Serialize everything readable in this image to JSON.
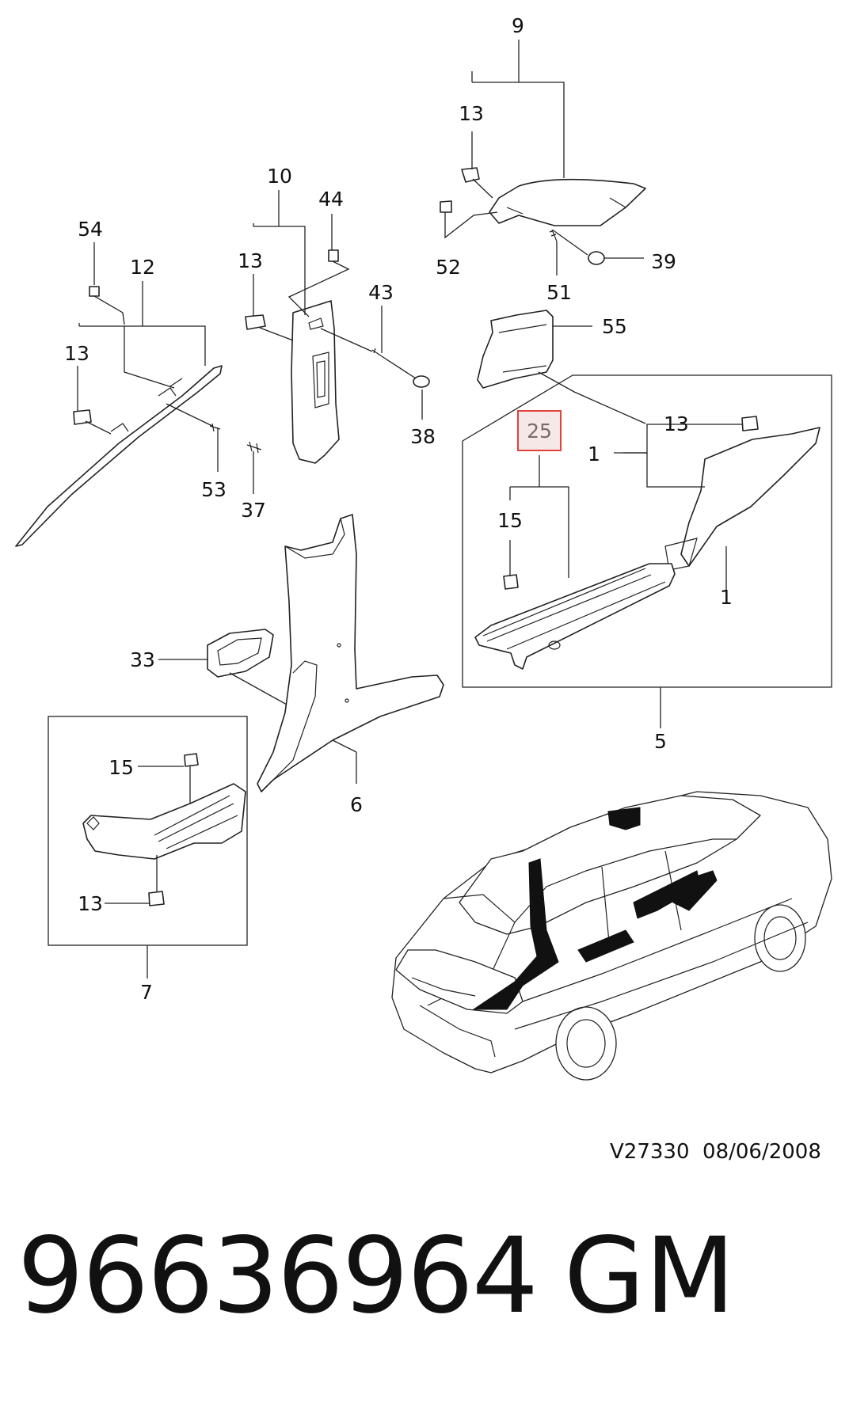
{
  "callouts": {
    "c9": "9",
    "c13_top": "13",
    "c52": "52",
    "c51": "51",
    "c39": "39",
    "c10": "10",
    "c44": "44",
    "c13_mid": "13",
    "c43": "43",
    "c38": "38",
    "c54": "54",
    "c12": "12",
    "c13_left": "13",
    "c53": "53",
    "c37": "37",
    "c55": "55",
    "c13_right": "13",
    "c1_top": "1",
    "c25": "25",
    "c15_right": "15",
    "c1_bottom": "1",
    "c5": "5",
    "c33": "33",
    "c6": "6",
    "c15_left": "15",
    "c13_bottom": "13",
    "c7": "7"
  },
  "highlight_color": "#e0403a",
  "footer_code": "V27330  08/06/2008",
  "part_number": "96636964",
  "brand": "GM"
}
